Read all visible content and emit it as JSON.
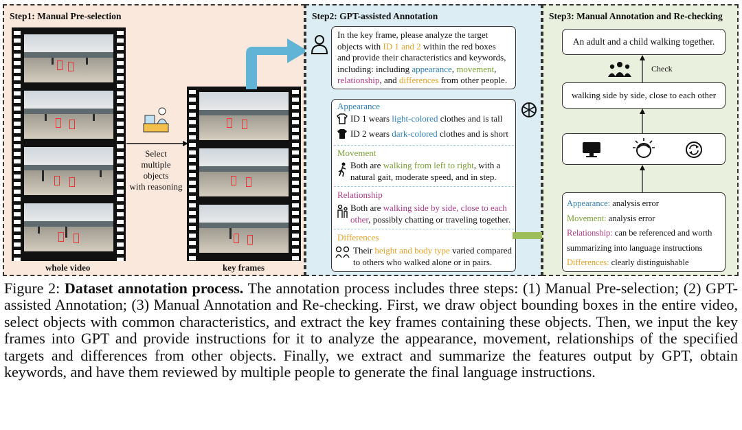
{
  "step1": {
    "title": "Step1: Manual Pre-selection",
    "whole_video_label": "whole video",
    "select_text": [
      "Select",
      "multiple objects",
      "with reasoning"
    ],
    "key_frames_label": "key frames"
  },
  "step2": {
    "title": "Step2: GPT-assisted Annotation",
    "prompt": {
      "part1": "In the key frame, please analyze the target objects with ",
      "ids": "ID 1 and 2",
      "part2": " within the red boxes and provide their characteristics and keywords, including: including ",
      "appearance": "appearance",
      "sep1": ", ",
      "movement": "movement",
      "sep2": ",",
      "relationship": "relationship",
      "sep3": ", and ",
      "differences": "differences",
      "part3": " from other people."
    },
    "appearance": {
      "label": "Appearance",
      "line1_a": "ID 1 wears ",
      "line1_b": "light-colored",
      "line1_c": " clothes and is tall",
      "line2_a": "ID 2 wears ",
      "line2_b": "dark-colored",
      "line2_c": " clothes and is short"
    },
    "movement": {
      "label": "Movement",
      "a": "Both are ",
      "b": "walking from left to right",
      "c": ", with a natural gait, moderate speed, and in step."
    },
    "relationship": {
      "label": "Relationship",
      "a": "Both are ",
      "b": "walking side by side, close to each other",
      "c": ", possibly chatting or traveling together."
    },
    "differences": {
      "label": "Differences",
      "a": "Their ",
      "b": "height and body type",
      "c": " varied compared to others who walked alone or in pairs."
    }
  },
  "step3": {
    "title": "Step3: Manual Annotation and Re-checking",
    "final": "An adult and a child walking together.",
    "check": "Check",
    "keywords": "walking side by side, close to each other",
    "review": {
      "appearance_label": "Appearance:",
      "appearance_val": " analysis error",
      "movement_label": "Movement:",
      "movement_val": " analysis error",
      "relationship_label": "Relationship:",
      "relationship_val": " can be referenced and worth summarizing into language instructions",
      "differences_label": "Differences:",
      "differences_val": " clearly distinguishable"
    }
  },
  "caption": {
    "fig": "Figure 2: ",
    "bold": "Dataset annotation process.",
    "text": " The annotation process includes three steps: (1) Manual Pre-selection; (2) GPT-assisted Annotation; (3) Manual Annotation and Re-checking. First, we draw object bounding boxes in the entire video, select objects with common characteristics, and extract the key frames containing these objects. Then, we input the key frames into GPT and provide instructions for it to analyze the appearance, movement, relationships of the specified targets and differences from other objects. Finally, we extract and summarize the features output by GPT, obtain keywords, and have them reviewed by multiple people to generate the final language instructions."
  },
  "colors": {
    "appearance": "#2d80b8",
    "movement": "#7aa232",
    "relationship": "#b03a86",
    "differences": "#e3a224",
    "arrow_blue": "#62b4d6",
    "arrow_green": "#9cbd5a"
  }
}
